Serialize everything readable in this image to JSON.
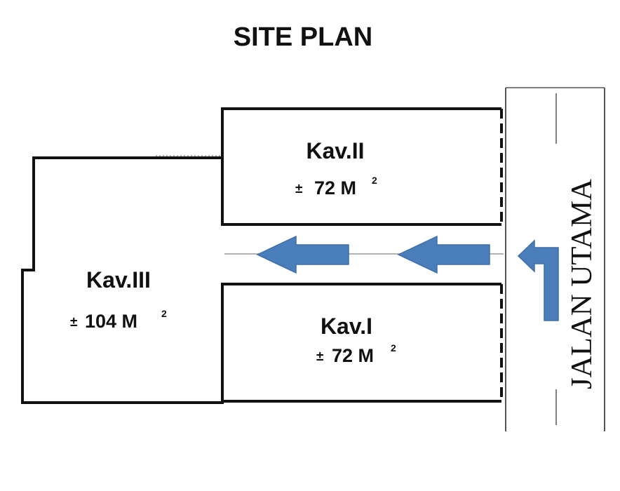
{
  "title": "SITE PLAN",
  "lots": [
    {
      "name": "Kav.II",
      "plus_minus": "±",
      "area_value": "72 M",
      "area_sup": "2"
    },
    {
      "name": "Kav.III",
      "plus_minus": "±",
      "area_value": "104 M",
      "area_sup": "2"
    },
    {
      "name": "Kav.I",
      "plus_minus": "±",
      "area_value": "72 M",
      "area_sup": "2"
    }
  ],
  "road": {
    "label": "JALAN UTAMA"
  },
  "colors": {
    "arrow": "#4a7ebb",
    "outline": "#111111"
  },
  "icons": [
    "arrow-left-icon",
    "arrow-left-icon",
    "arrow-turn-left-icon"
  ]
}
